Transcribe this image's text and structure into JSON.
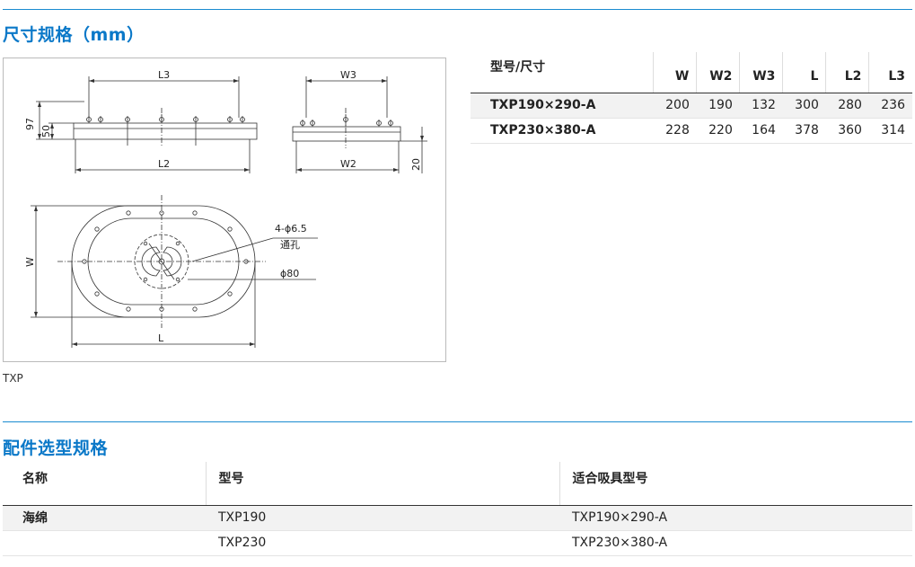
{
  "sections": {
    "size_title": "尺寸规格（mm）",
    "accessory_title": "配件选型规格"
  },
  "drawing": {
    "caption": "TXP",
    "labels": {
      "L3": "L3",
      "L2": "L2",
      "W3": "W3",
      "W2": "W2",
      "h97": "97",
      "h50": "50",
      "h20": "20",
      "W": "W",
      "L": "L",
      "hole": "4-ϕ6.5",
      "hole_note": "通孔",
      "dia": "ϕ80"
    }
  },
  "spec_table": {
    "headers": [
      "型号/尺寸",
      "W",
      "W2",
      "W3",
      "L",
      "L2",
      "L3"
    ],
    "rows": [
      [
        "TXP190×290-A",
        "200",
        "190",
        "132",
        "300",
        "280",
        "236"
      ],
      [
        "TXP230×380-A",
        "228",
        "220",
        "164",
        "378",
        "360",
        "314"
      ]
    ]
  },
  "accessory_table": {
    "headers": [
      "名称",
      "型号",
      "适合吸具型号"
    ],
    "rows": [
      [
        "海绵",
        "TXP190",
        "TXP190×290-A"
      ],
      [
        "",
        "TXP230",
        "TXP230×380-A"
      ]
    ]
  }
}
